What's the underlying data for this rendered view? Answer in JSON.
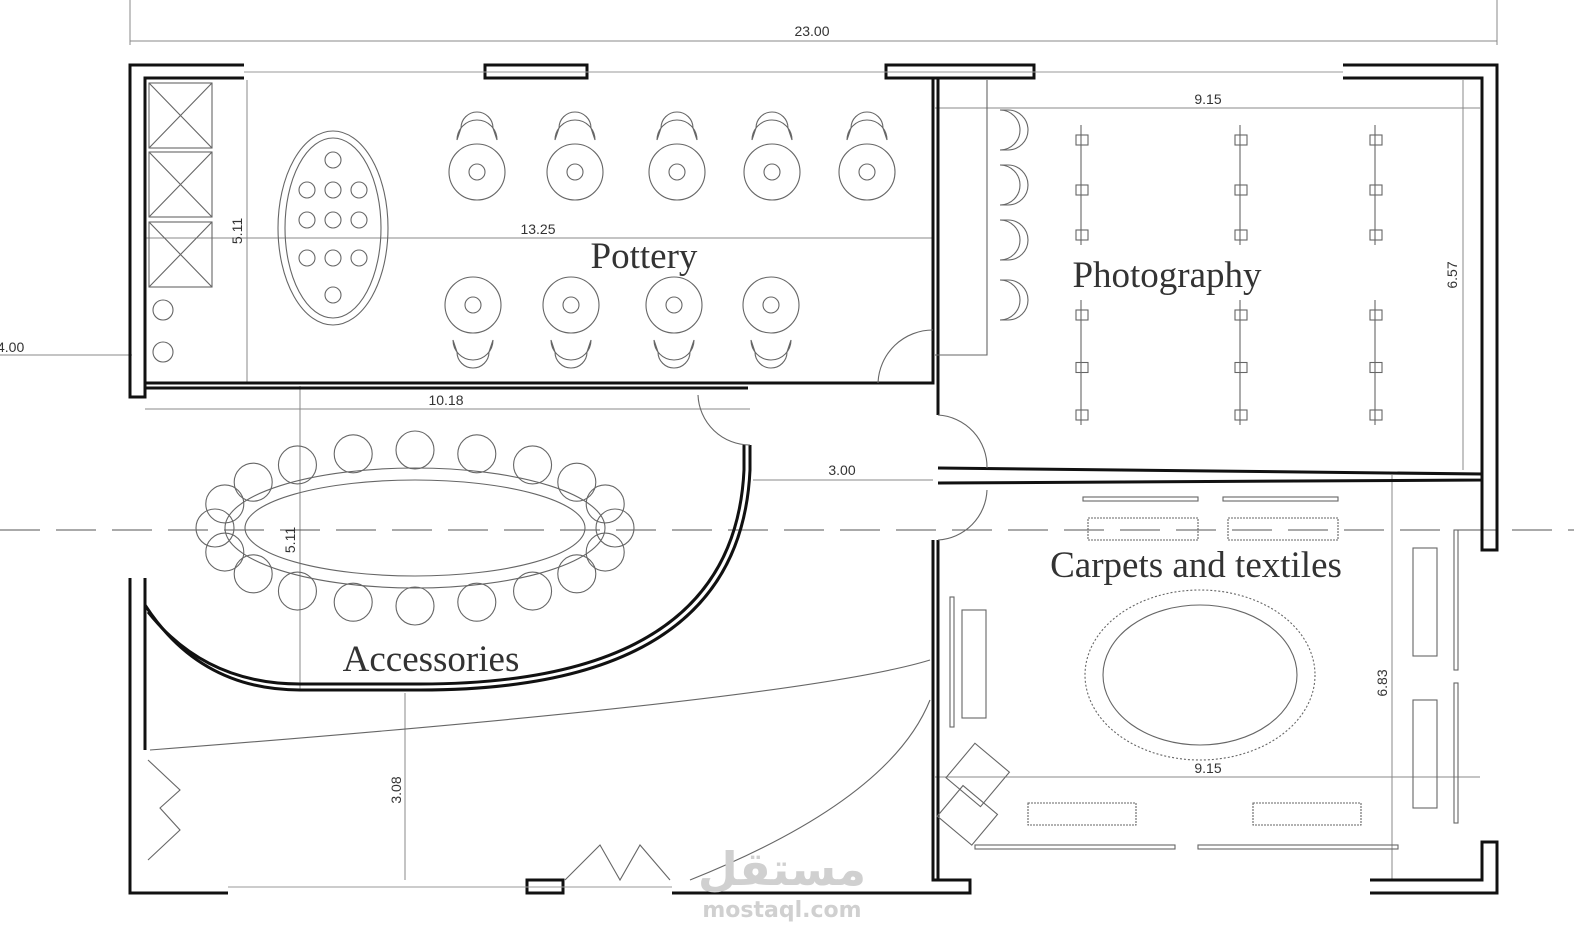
{
  "dimensions": {
    "overall_width": "23.00",
    "left_height": "4.00",
    "photography_width": "9.15",
    "photography_height": "6.57",
    "pottery_width": "13.25",
    "pottery_height": "5.11",
    "accessories_width": "10.18",
    "accessories_height": "5.11",
    "corridor_width": "3.00",
    "entrance_depth": "3.08",
    "carpets_width": "9.15",
    "carpets_height": "6.83"
  },
  "rooms": {
    "pottery": "Pottery",
    "photography": "Photography",
    "accessories": "Accessories",
    "carpets": "Carpets and textiles"
  },
  "watermark": {
    "arabic": "مستقل",
    "latin": "mostaql.com"
  }
}
